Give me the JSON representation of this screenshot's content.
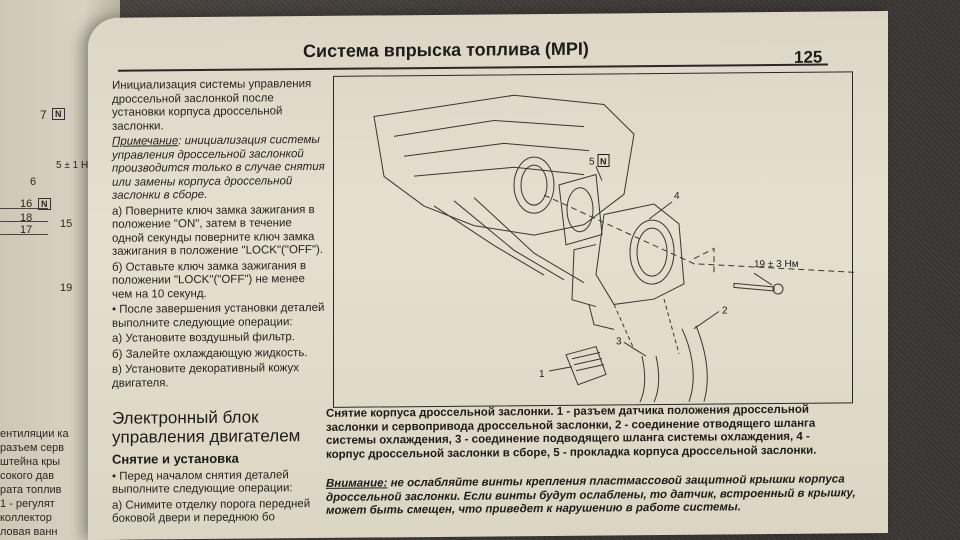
{
  "header": {
    "title": "Система впрыска топлива (MPI)",
    "page_number": "125"
  },
  "left_page": {
    "frags": [
      "7",
      "N",
      "5 ± 1 Нм",
      "6",
      "16",
      "N",
      "18",
      "17",
      "15",
      "19",
      "ентиляции ка",
      "разъем серв",
      "штейна кры",
      "сокого дав",
      "рата топлив",
      "1 - регулят",
      "коллектор",
      "ловая ванн"
    ]
  },
  "text_column": {
    "p1": "Инициализация системы управления дроссельной заслонкой после установки корпуса дроссельной заслонки.",
    "note_label": "Примечание",
    "note_text": ": инициализация системы управления дроссельной заслонкой производится только в случае снятия или замены корпуса дроссельной заслонки в сборе.",
    "step_a": "а) Поверните ключ замка зажигания в положение \"ON\", затем в течение одной секунды поверните ключ замка зажигания в положение \"LOCK\"(\"OFF\").",
    "step_b": "б) Оставьте ключ замка зажигания в положении \"LOCK\"(\"OFF\") не менее чем на 10 секунд.",
    "bullet": "• После завершения установки деталей выполните следующие операции:",
    "op_a": "а) Установите воздушный фильтр.",
    "op_b": "б) Залейте охлаждающую жидкость.",
    "op_c": "в) Установите декоративный кожух двигателя.",
    "section_title": "Электронный блок управления двигателем",
    "subsection_title": "Снятие и установка",
    "bullet2": "• Перед началом снятия деталей выполните следующие операции:",
    "op2_a": "а) Снимите отделку порога передней боковой двери и переднюю бо"
  },
  "figure": {
    "callouts": {
      "c1": "1",
      "c2": "2",
      "c3": "3",
      "c4": "4",
      "c5": "5",
      "c5_badge": "N",
      "torque": "19 ± 3 Нм"
    }
  },
  "caption": "Снятие корпуса дроссельной заслонки. 1 - разъем датчика положения дроссельной заслонки и сервопривода дроссельной заслонки, 2 - соединение отводящего шланга системы охлаждения, 3 - соединение подводящего шланга системы охлаждения, 4 - корпус дроссельной заслонки в сборе, 5 - прокладка корпуса дроссельной заслонки.",
  "warning": {
    "label": "Внимание:",
    "text": " не ослабляйте винты крепления пластмассовой защитной крышки корпуса дроссельной заслонки. Если винты будут ослаблены, то датчик, встроенный в крышку, может быть смещен, что приведет к нарушению в работе системы."
  }
}
